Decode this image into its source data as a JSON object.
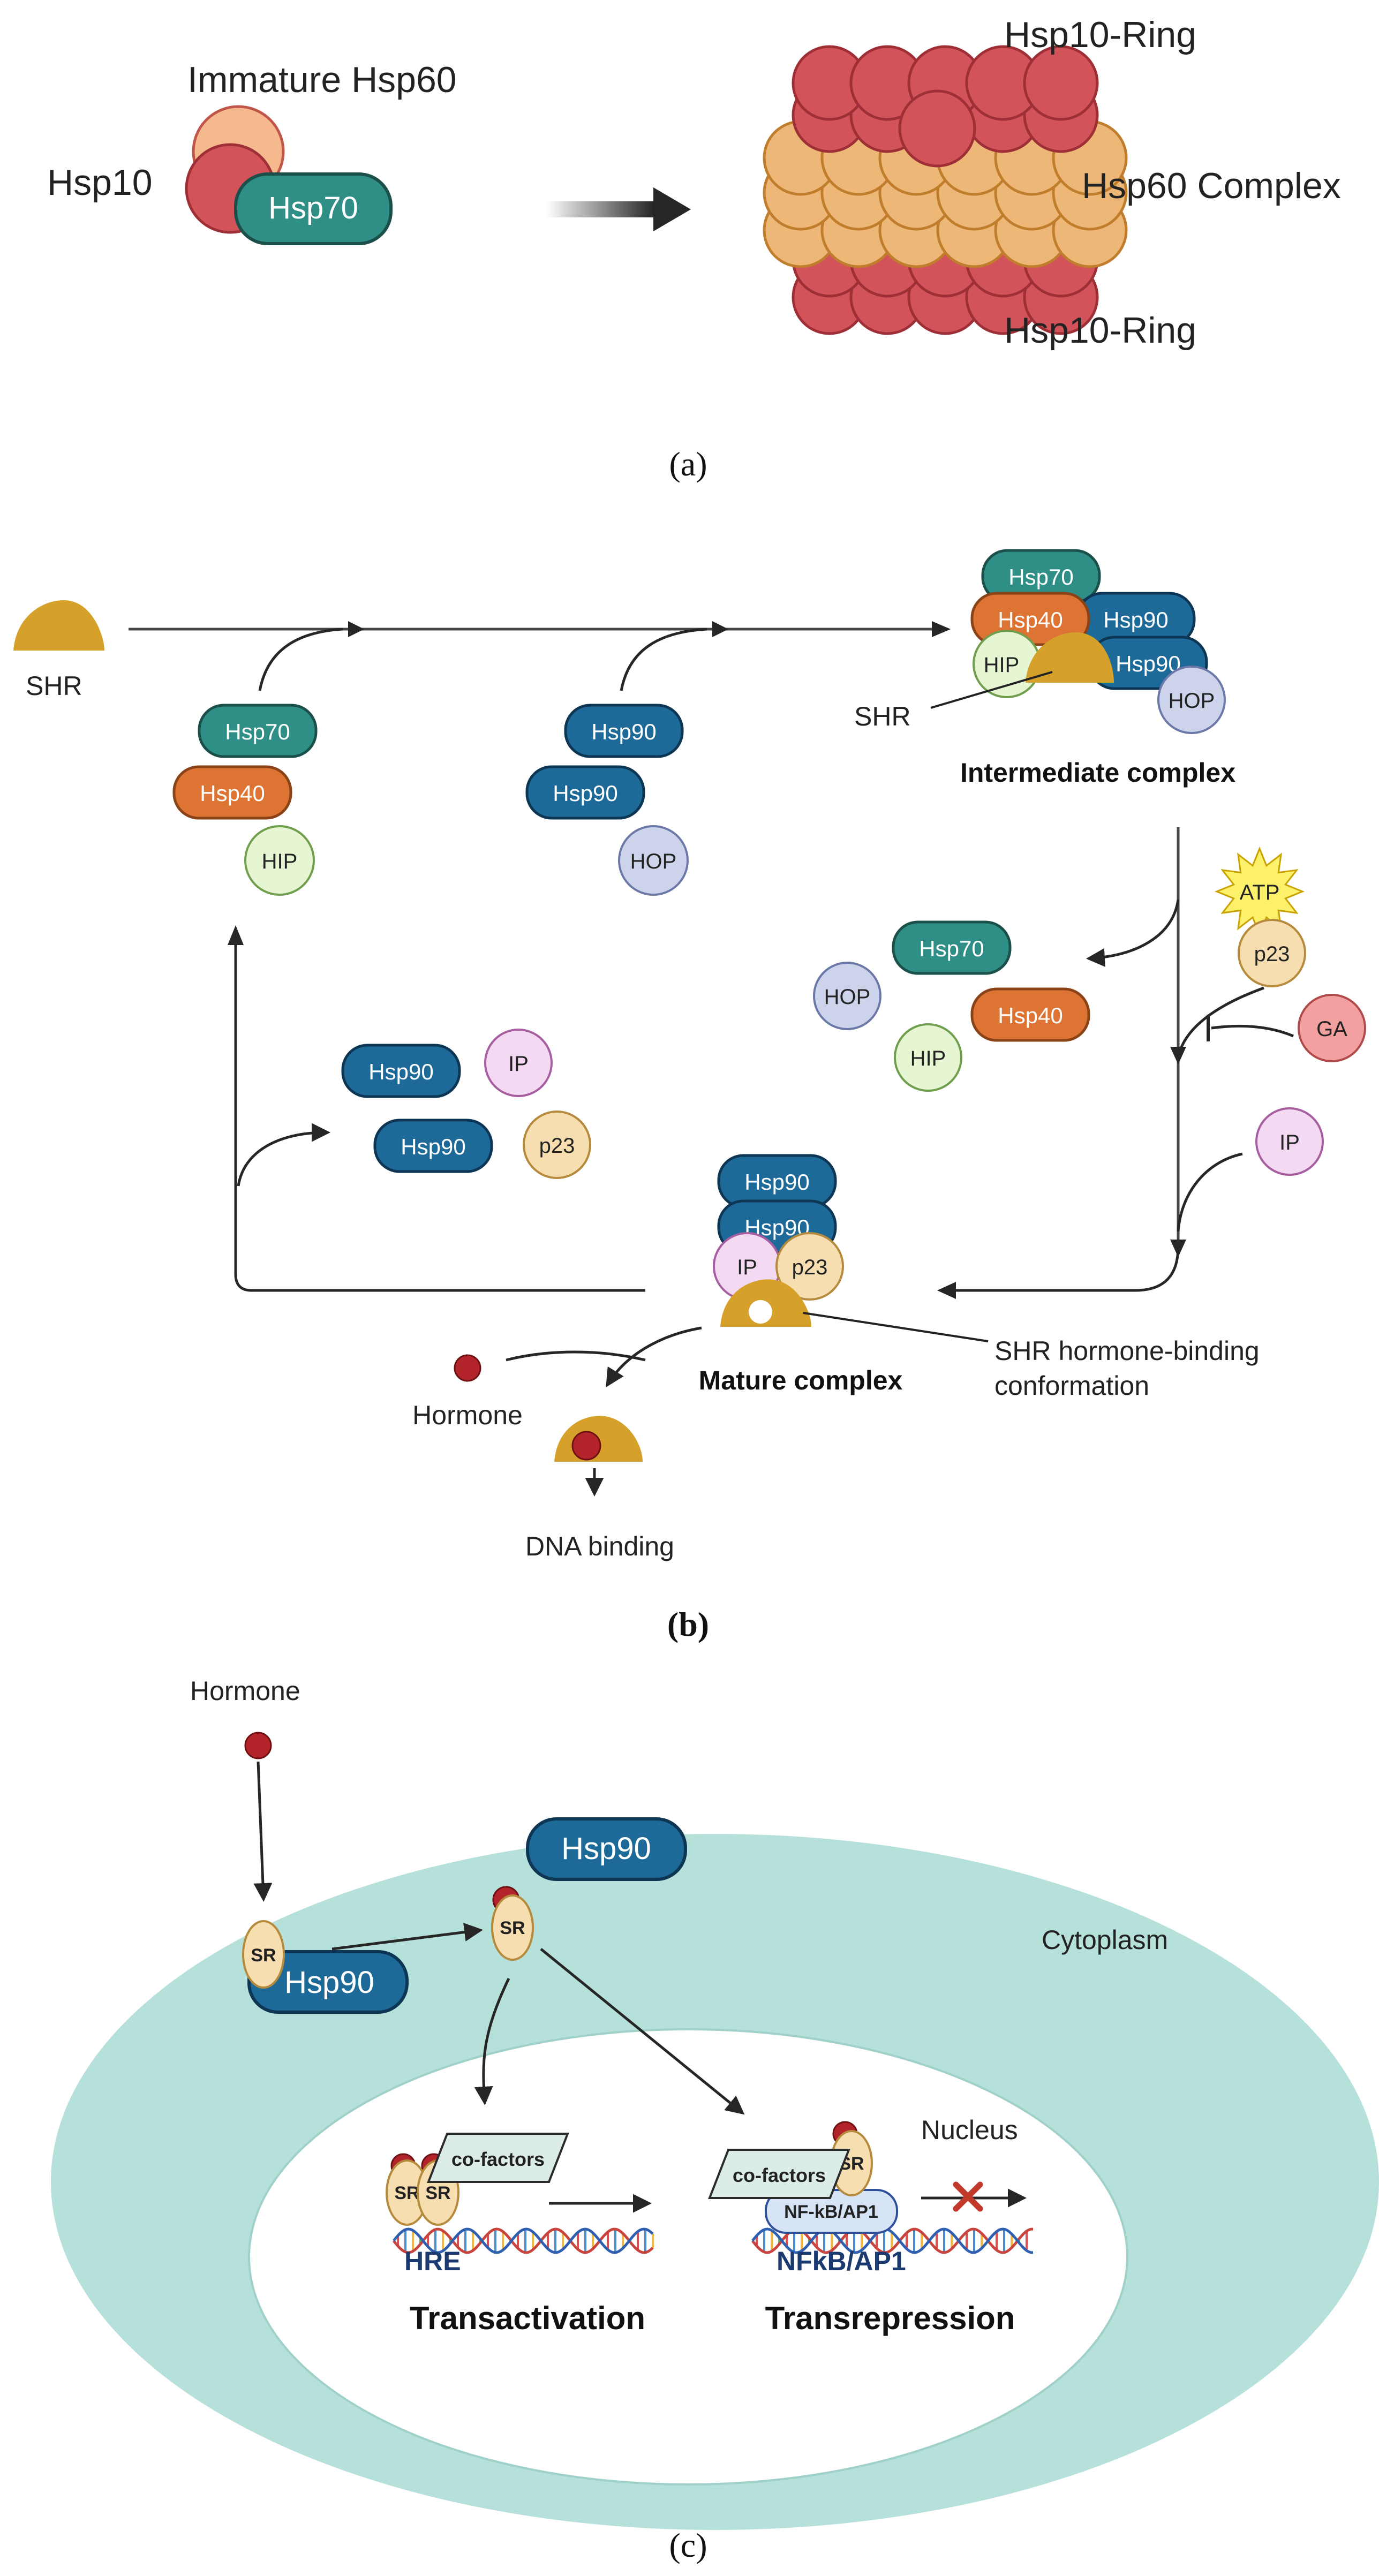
{
  "panel_a": {
    "caption": "(a)",
    "labels": {
      "immature": "Immature Hsp60",
      "hsp10": "Hsp10",
      "hsp70": "Hsp70",
      "ring_top": "Hsp10-Ring",
      "complex": "Hsp60 Complex",
      "ring_bottom": "Hsp10-Ring"
    }
  },
  "panel_b": {
    "caption": "(b)",
    "shr": "SHR",
    "shr2": "SHR",
    "group1": {
      "hsp70": "Hsp70",
      "hsp40": "Hsp40",
      "hip": "HIP"
    },
    "group2": {
      "hsp90a": "Hsp90",
      "hsp90b": "Hsp90",
      "hop": "HOP"
    },
    "intermediate": {
      "hsp70": "Hsp70",
      "hsp40": "Hsp40",
      "hsp90a": "Hsp90",
      "hip": "HIP",
      "hsp90b": "Hsp90",
      "hop": "HOP",
      "title": "Intermediate complex"
    },
    "released": {
      "hsp70": "Hsp70",
      "hop": "HOP",
      "hsp40": "Hsp40",
      "hip": "HIP"
    },
    "atp": "ATP",
    "p23_in": "p23",
    "ga": "GA",
    "ip_in": "IP",
    "recycled": {
      "hsp90a": "Hsp90",
      "ip": "IP",
      "hsp90b": "Hsp90",
      "p23": "p23"
    },
    "mature": {
      "hsp90a": "Hsp90",
      "hsp90b": "Hsp90",
      "ip": "IP",
      "p23": "p23",
      "title": "Mature complex",
      "conf_line1": "SHR hormone-binding",
      "conf_line2": "conformation"
    },
    "hormone": "Hormone",
    "dna": "DNA binding"
  },
  "panel_c": {
    "caption": "(c)",
    "hormone": "Hormone",
    "hsp90_free": "Hsp90",
    "hsp90_bound": "Hsp90",
    "sr1": "SR",
    "sr2": "SR",
    "cytoplasm": "Cytoplasm",
    "nucleus": "Nucleus",
    "sr3": "SR",
    "sr4": "SR",
    "cofactors1": "co-factors",
    "hre": "HRE",
    "transactivation": "Transactivation",
    "cofactors2": "co-factors",
    "sr5": "SR",
    "nfkb_box": "NF-kB/AP1",
    "nfkb_label": "NFkB/AP1",
    "transrepression": "Transrepression"
  },
  "colors": {
    "hsp70": "#2f8f86",
    "hsp40": "#dd7434",
    "hsp90": "#1d6a99",
    "hip": "#e6f5d2",
    "hop": "#ccd3ea",
    "ip": "#f4d9f2",
    "p23": "#f6deb0",
    "shr": "#d5a12a",
    "hormone": "#b3242a",
    "hsp10_red": "#d3535a",
    "hsp60_orange": "#edb777",
    "cytoplasm": "#b6e0da",
    "ga": "#f2a0a0",
    "atp": "#fdf06b"
  }
}
